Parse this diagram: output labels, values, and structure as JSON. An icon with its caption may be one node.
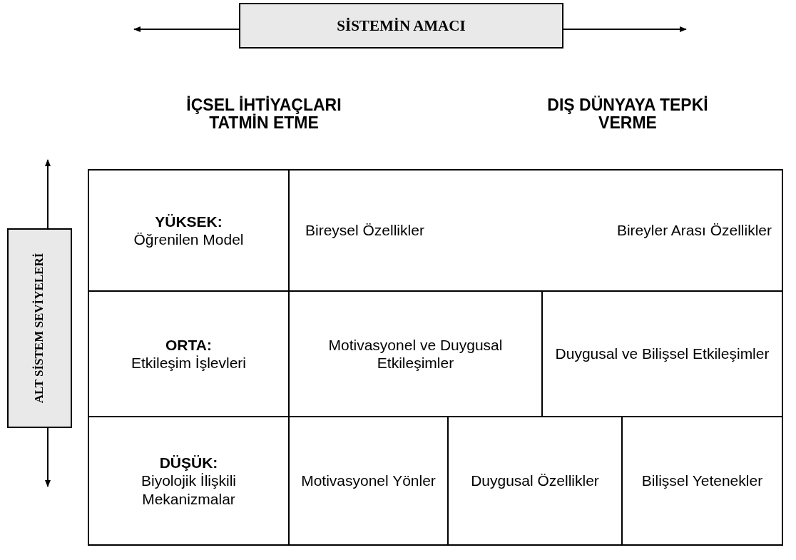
{
  "diagram": {
    "nodes": [
      {
        "text": [
          "SİSTEMİN AMACI"
        ]
      },
      {
        "text": [
          "ALT SİSTEM SEVİYELERİ"
        ]
      },
      {
        "text": [
          "YÜKSEK:",
          "Öğrenilen Model"
        ]
      },
      {
        "text": [
          "Bireysel Özellikler",
          "Bireyler Arası Özellikler"
        ]
      },
      {
        "text": [
          "ORTA:",
          "Etkileşim İşlevleri"
        ]
      },
      {
        "text": [
          "Motivasyonel  ve Duygusal Etkileşimler"
        ]
      },
      {
        "text": [
          "Duygusal ve Bilişsel Etkileşimler"
        ]
      },
      {
        "text": [
          "DÜŞÜK:",
          "Biyolojik İlişkili Mekanizmalar"
        ]
      },
      {
        "text": [
          "Motivasyonel Yönler"
        ]
      },
      {
        "text": [
          "Duygusal Özellikler"
        ]
      },
      {
        "text": [
          "Bilişsel Yetenekler"
        ]
      }
    ],
    "edges": [
      {
        "from": 0,
        "to": null,
        "arrow": "to"
      },
      {
        "from": 0,
        "to": null,
        "arrow": "to"
      },
      {
        "from": 1,
        "to": null,
        "arrow": "to"
      },
      {
        "from": 1,
        "to": null,
        "arrow": "to"
      }
    ],
    "labels": [
      "İÇSEL İHTİYAÇLARI TATMİN ETME",
      "DIŞ DÜNYAYA TEPKİ VERME"
    ]
  }
}
